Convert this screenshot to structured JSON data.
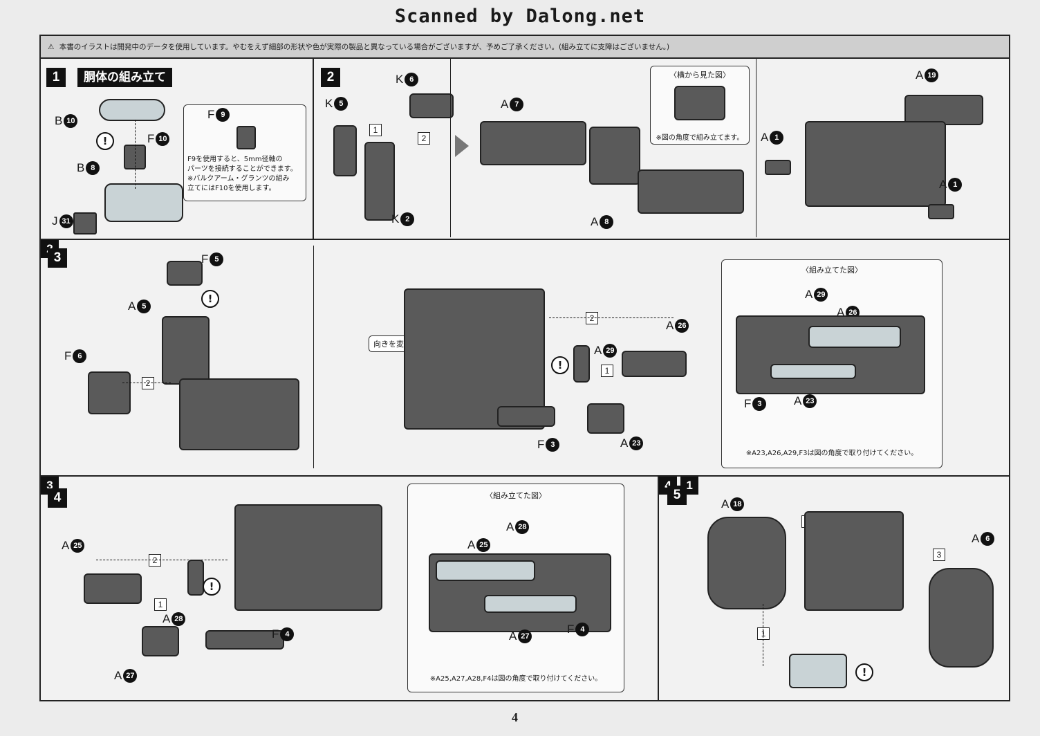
{
  "watermark": "Scanned by Dalong.net",
  "notice": {
    "icon": "warning-triangle-icon",
    "text": "本書のイラストは開発中のデータを使用しています。やむをえず細部の形状や色が実際の製品と異なっている場合がございますが、予めご了承ください。(組み立てに支障はございません。)"
  },
  "steps": {
    "s1": {
      "number": "1",
      "title": "胴体の組み立て",
      "labels": {
        "b10_letter": "B",
        "b10_num": "10",
        "f10_letter": "F",
        "f10_num": "10",
        "b8_letter": "B",
        "b8_num": "8",
        "j31_letter": "J",
        "j31_num": "31",
        "f9_letter": "F",
        "f9_num": "9"
      },
      "note": [
        "F9を使用すると、5mm径軸の",
        "パーツを接続することができます。",
        "※バルクアーム・グランツの組み",
        "立てにはF10を使用します。"
      ]
    },
    "s2": {
      "number": "2",
      "labels": {
        "k6_letter": "K",
        "k6_num": "6",
        "k5_letter": "K",
        "k5_num": "5",
        "k2_letter": "K",
        "k2_num": "2",
        "a7_letter": "A",
        "a7_num": "7",
        "a8_letter": "A",
        "a8_num": "8",
        "a19_letter": "A",
        "a19_num": "19",
        "a1_letter": "A",
        "a1_num": "1",
        "a1b_letter": "A",
        "a1b_num": "1"
      },
      "seq": [
        "1",
        "2"
      ],
      "side_view_caption": "〈横から見た図〉",
      "side_view_note": "※図の角度で組み立てます。"
    },
    "s3": {
      "number": "3",
      "labels": {
        "f5_letter": "F",
        "f5_num": "5",
        "a5_letter": "A",
        "a5_num": "5",
        "f6_letter": "F",
        "f6_num": "6",
        "a26_letter": "A",
        "a26_num": "26",
        "a29_letter": "A",
        "a29_num": "29",
        "f3_letter": "F",
        "f3_num": "3",
        "a23_letter": "A",
        "a23_num": "23"
      },
      "sub_ref": "2",
      "seq": [
        "2",
        "1",
        "2",
        "1"
      ],
      "bubble": "向きを変えます。",
      "assembled_caption": "〈組み立てた図〉",
      "assembled_labels": {
        "a29_letter": "A",
        "a29_num": "29",
        "a26_letter": "A",
        "a26_num": "26",
        "f3_letter": "F",
        "f3_num": "3",
        "a23_letter": "A",
        "a23_num": "23"
      },
      "assembled_note": "※A23,A26,A29,F3は図の角度で取り付けてください。"
    },
    "s4": {
      "number": "4",
      "sub_ref": "3",
      "labels": {
        "a25_letter": "A",
        "a25_num": "25",
        "a28_letter": "A",
        "a28_num": "28",
        "a27_letter": "A",
        "a27_num": "27",
        "f4_letter": "F",
        "f4_num": "4"
      },
      "seq": [
        "2",
        "1"
      ],
      "assembled_caption": "〈組み立てた図〉",
      "assembled_labels": {
        "a28_letter": "A",
        "a28_num": "28",
        "a25_letter": "A",
        "a25_num": "25",
        "a27_letter": "A",
        "a27_num": "27",
        "f4_letter": "F",
        "f4_num": "4"
      },
      "assembled_note": "※A25,A27,A28,F4は図の角度で取り付けてください。"
    },
    "s5": {
      "number": "5",
      "sub_ref_top": "4",
      "sub_ref_bottom": "1",
      "labels": {
        "a18_letter": "A",
        "a18_num": "18",
        "a6_letter": "A",
        "a6_num": "6"
      },
      "seq": [
        "2",
        "3",
        "1"
      ]
    }
  },
  "page_number": "4"
}
